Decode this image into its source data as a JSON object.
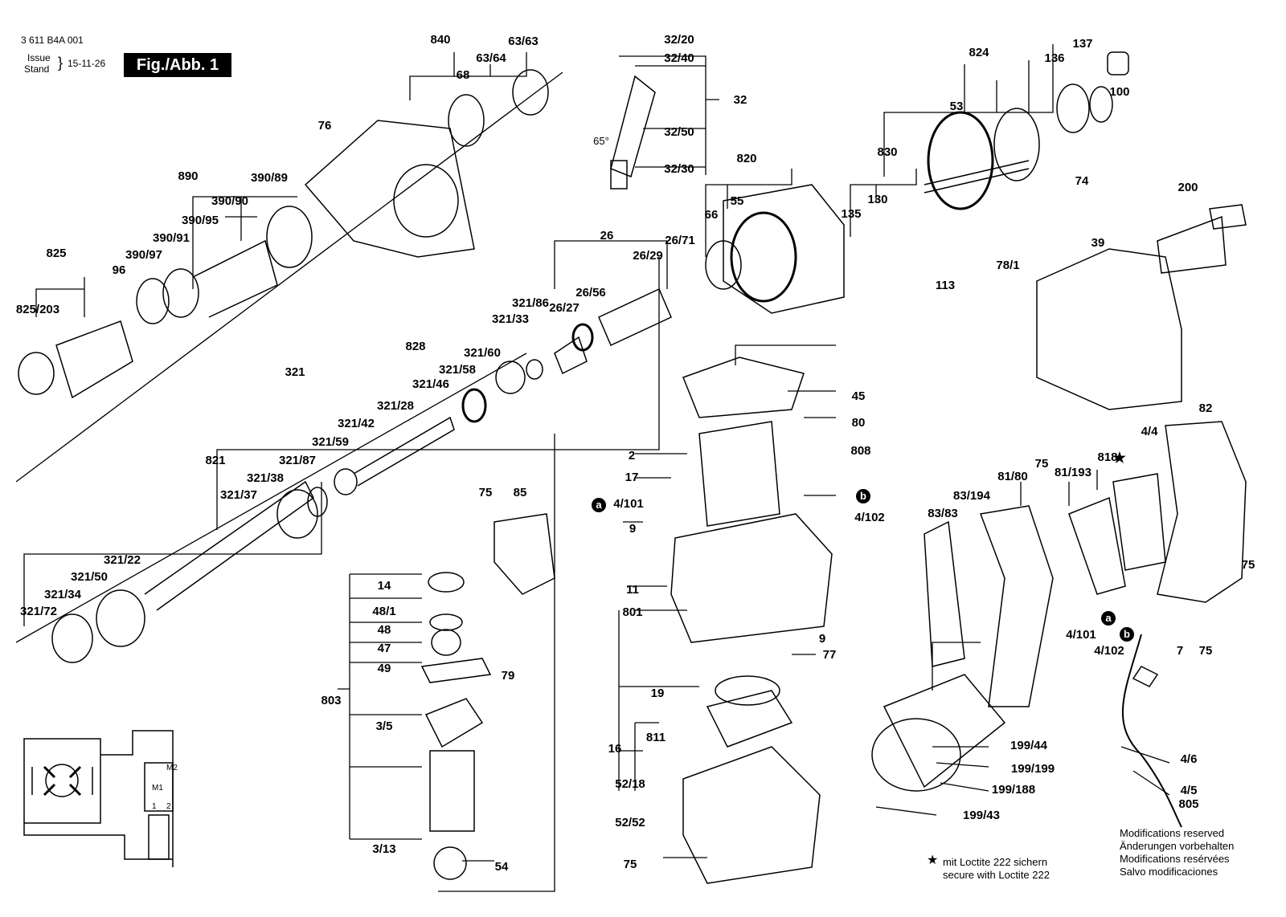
{
  "header": {
    "drawing_number": "3 611 B4A 001",
    "issue_label": "Issue",
    "stand_label": "Stand",
    "issue_date": "15-11-26",
    "figure_label": "Fig./Abb. 1"
  },
  "part_labels": [
    "840",
    "63/63",
    "63/64",
    "68",
    "32/20",
    "32/40",
    "32",
    "32/50",
    "32/30",
    "65°",
    "824",
    "137",
    "136",
    "100",
    "53",
    "830",
    "74",
    "76",
    "890",
    "390/89",
    "390/90",
    "390/95",
    "390/91",
    "390/97",
    "96",
    "825",
    "825/203",
    "820",
    "55",
    "66",
    "135",
    "130",
    "113",
    "78/1",
    "200",
    "39",
    "26",
    "26/29",
    "26/71",
    "26/56",
    "26/27",
    "828",
    "321/86",
    "321/33",
    "321/60",
    "321/58",
    "321/46",
    "321/28",
    "321/42",
    "321/59",
    "321",
    "821",
    "321/87",
    "321/38",
    "321/37",
    "321/22",
    "321/50",
    "321/34",
    "321/72",
    "45",
    "80",
    "808",
    "2",
    "17",
    "4/101",
    "4/102",
    "9",
    "11",
    "801",
    "77",
    "19",
    "16",
    "811",
    "52/18",
    "52/52",
    "75",
    "85",
    "14",
    "48/1",
    "48",
    "47",
    "49",
    "79",
    "803",
    "3/5",
    "3/13",
    "54",
    "82",
    "818",
    "4/4",
    "81/80",
    "81/193",
    "83/194",
    "83/83",
    "4/6",
    "7",
    "4/5",
    "805",
    "199/44",
    "199/199",
    "199/188",
    "199/43"
  ],
  "badges": [
    "a",
    "b"
  ],
  "notes": {
    "loctite_de": "mit Loctite 222 sichern",
    "loctite_en": "secure with Loctite 222",
    "modifications": [
      "Modifications reserved",
      "Änderungen vorbehalten",
      "Modifications resérvées",
      "Salvo modificaciones"
    ]
  },
  "schematic": {
    "motor_label_1": "M1",
    "motor_label_2": "M2",
    "terminal_1": "1",
    "terminal_2": "2"
  }
}
